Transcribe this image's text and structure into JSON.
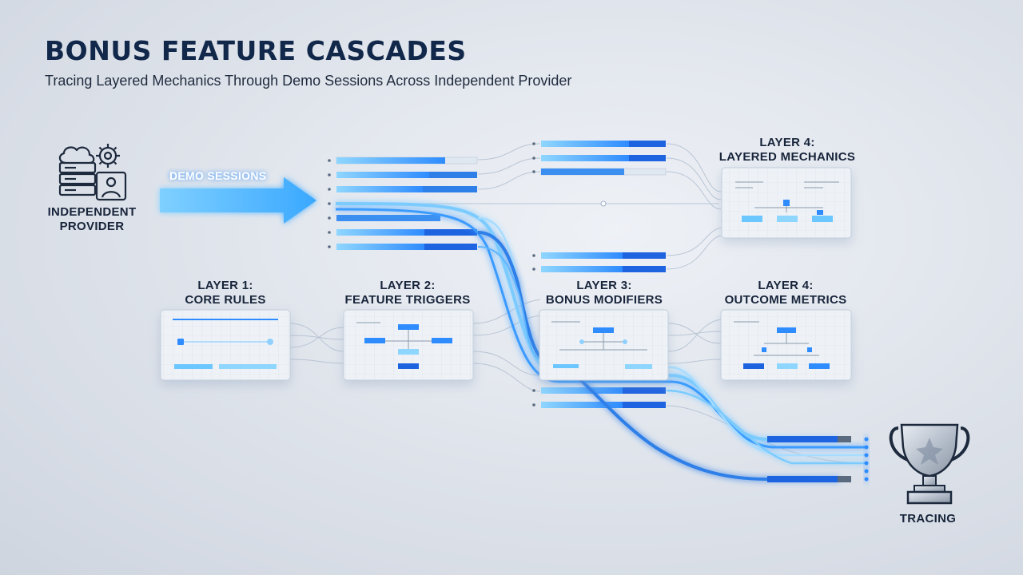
{
  "header": {
    "title": "BONUS FEATURE CASCADES",
    "subtitle": "Tracing Layered Mechanics Through Demo Sessions Across Independent Provider"
  },
  "source": {
    "line1": "INDEPENDENT",
    "line2": "PROVIDER",
    "icon": "server-cloud-gear-user-icon"
  },
  "arrow": {
    "label": "DEMO SESSIONS"
  },
  "layers": [
    {
      "line1": "LAYER 1:",
      "line2": "CORE RULES"
    },
    {
      "line1": "LAYER 2:",
      "line2": "FEATURE TRIGGERS"
    },
    {
      "line1": "LAYER 3:",
      "line2": "BONUS MODIFIERS"
    },
    {
      "line1": "LAYER 4:",
      "line2": "OUTCOME METRICS"
    },
    {
      "line1": "LAYER 4:",
      "line2": "LAYERED MECHANICS"
    }
  ],
  "result": {
    "label": "TRACING",
    "icon": "trophy-icon"
  },
  "colors": {
    "accent": "#2f8cff",
    "accent_light": "#6cc6ff",
    "bar_dark": "#1e63e0",
    "title": "#12284a"
  }
}
